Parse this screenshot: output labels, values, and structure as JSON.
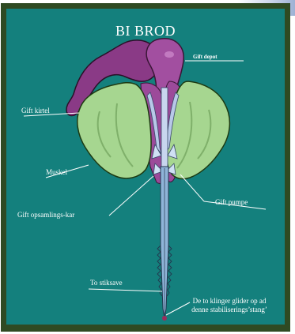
{
  "title": "BI BROD",
  "labels": {
    "gift_depot": "Gift depot",
    "gift_kirtel": "Gift kirtel",
    "muskel": "Muskel",
    "gift_pumpe": "Gift pumpe",
    "gift_opsamlings_kar": "Gift opsamlings-kar",
    "to_stiksave": "To stiksave",
    "klinger_line1": "De to klinger glider op ad",
    "klinger_line2": "denne stabiliserings’stang’"
  },
  "colors": {
    "background": "#14807d",
    "border": "#2f4a22",
    "muscle": "#a6d690",
    "venom_gland": "#8a3a86",
    "venom_depot": "#a24fa0",
    "sting_shaft": "#8fb4d8"
  }
}
